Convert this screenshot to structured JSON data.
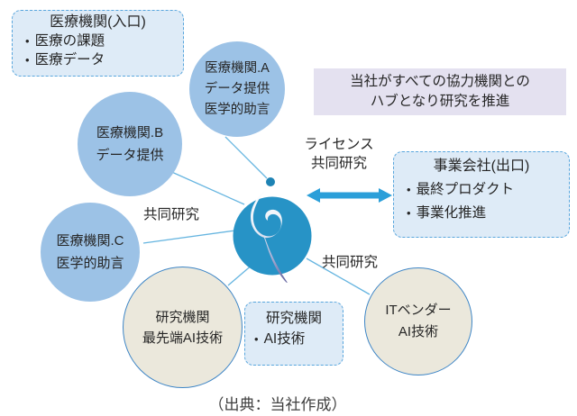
{
  "entrance_box": {
    "title": "医療機関(入口)",
    "items": [
      "医療の課題",
      "医療データ"
    ]
  },
  "hub_note": {
    "line1": "当社がすべての協力機関との",
    "line2": "ハブとなり研究を推進"
  },
  "nodes": {
    "hospital_a": {
      "line1": "医療機関.A",
      "line2": "データ提供",
      "line3": "医学的助言"
    },
    "hospital_b": {
      "line1": "医療機関.B",
      "line2": "データ提供"
    },
    "hospital_c": {
      "line1": "医療機関.C",
      "line2": "医学的助言"
    },
    "research_lab": {
      "line1": "研究機関",
      "line2": "最先端AI技術"
    },
    "it_vendor": {
      "line1": "ITベンダー",
      "line2": "AI技術"
    }
  },
  "research_box": {
    "title": "研究機関",
    "items": [
      "AI技術"
    ]
  },
  "exit_box": {
    "title": "事業会社(出口)",
    "items": [
      "最終プロダクト",
      "事業化推進"
    ]
  },
  "labels": {
    "license_line1": "ライセンス",
    "license_line2": "共同研究",
    "joint_left": "共同研究",
    "joint_right": "共同研究"
  },
  "caption": "（出典：当社作成）",
  "colors": {
    "circle_blue": "#9CC2E6",
    "center_blue": "#2793C6",
    "beige_fill": "#EBE8DC",
    "beige_border": "#3D85C6",
    "box_fill": "#DEEBF7",
    "box_border": "#58A6DD",
    "hub_note_bg": "#E4E1F0",
    "arrow_blue": "#2B9FD9",
    "connector_blue": "#66B5E0",
    "text": "#262626"
  }
}
